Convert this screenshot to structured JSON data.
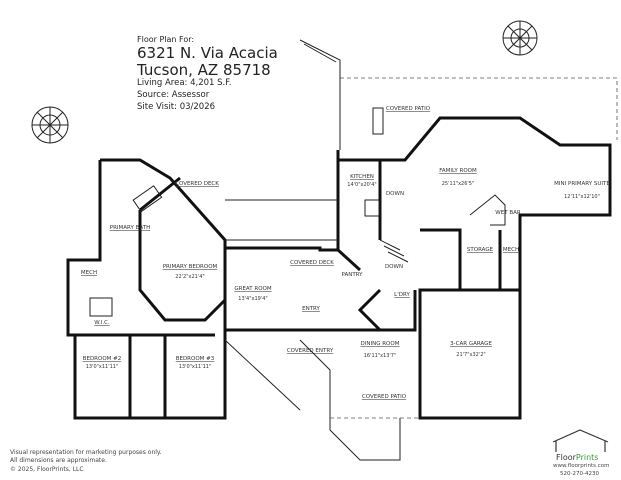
{
  "header": {
    "intro": "Floor Plan For:",
    "address_line1": "6321 N. Via Acacia",
    "address_line2": "Tucson, AZ  85718",
    "living_area": "Living Area:  4,201 S.F.",
    "source": "Source:  Assessor",
    "site_visit": "Site Visit:  03/2026"
  },
  "rooms": {
    "covered_patio_top": "COVERED PATIO",
    "family_room": {
      "name": "FAMILY ROOM",
      "dim": "25'11\"x26'5\""
    },
    "kitchen": {
      "name": "KITCHEN",
      "dim": "14'0\"x20'4\""
    },
    "mini_primary_suite": {
      "name": "MINI PRIMARY SUITE",
      "dim": "12'11\"x12'10\""
    },
    "wet_bar": "WET BAR",
    "storage": "STORAGE",
    "mech_right": "MECH",
    "covered_deck_left": "COVERED DECK",
    "primary_bath": "PRIMARY BATH",
    "primary_bedroom": {
      "name": "PRIMARY BEDROOM",
      "dim": "22'2\"x21'4\""
    },
    "mech_left": "MECH",
    "wic": "W.I.C.",
    "great_room": {
      "name": "GREAT ROOM",
      "dim": "13'4\"x19'4\""
    },
    "covered_deck_center": "COVERED DECK",
    "entry": "ENTRY",
    "pantry": "PANTRY",
    "laundry": "L'DRY",
    "down_1": "DOWN",
    "down_2": "DOWN",
    "dining_room": {
      "name": "DINING ROOM",
      "dim": "16'11\"x13'7\""
    },
    "garage": {
      "name": "3-CAR GARAGE",
      "dim": "21'7\"x32'2\""
    },
    "bedroom_2": {
      "name": "BEDROOM #2",
      "dim": "13'0\"x11'11\""
    },
    "bedroom_3": {
      "name": "BEDROOM #3",
      "dim": "13'0\"x11'11\""
    },
    "covered_entry": "COVERED ENTRY",
    "covered_patio_bottom": "COVERED PATIO"
  },
  "footer": {
    "disclaimer_1": "Visual representation for marketing purposes only.",
    "disclaimer_2": "All dimensions are approximate.",
    "copyright": "© 2025, FloorPrints, LLC",
    "brand_floor": "Floor",
    "brand_prints": "Prints",
    "website": "www.floorprints.com",
    "phone": "520-270-4230",
    "brand_color_dark": "#333333",
    "brand_color_green": "#3a9a3a"
  }
}
